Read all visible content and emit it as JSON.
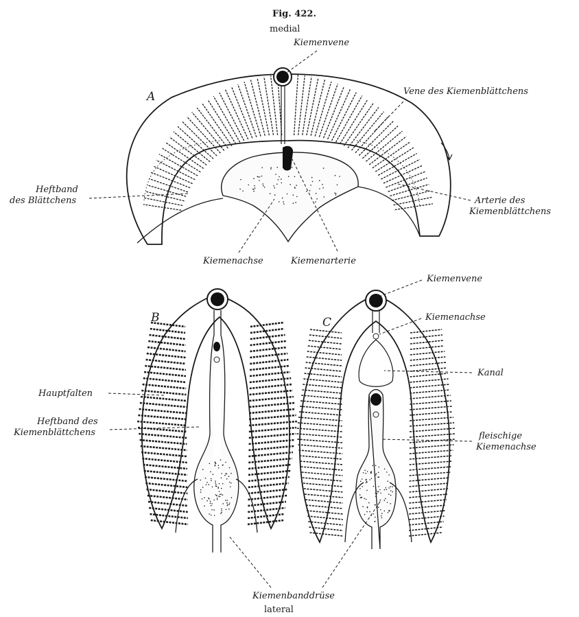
{
  "figure": {
    "number": "Fig. 422.",
    "orientation_top": "medial",
    "orientation_bottom": "lateral"
  },
  "panels": {
    "A": {
      "letter": "A",
      "labels": {
        "kiemenvene": "Kiemenvene",
        "vene": [
          "Vene des Kiemenblättchens"
        ],
        "heftband": [
          "Heftband",
          "des Blättchens"
        ],
        "arterie": [
          "Arterie des",
          "Kiemenblättchens"
        ],
        "kiemenachse": "Kiemenachse",
        "kiemenarterie": "Kiemenarterie"
      }
    },
    "B": {
      "letter": "B",
      "labels": {
        "hauptfalten": "Hauptfalten",
        "heftband": [
          "Heftband des",
          "Kiemenblättchens"
        ]
      }
    },
    "C": {
      "letter": "C",
      "labels": {
        "kiemenvene": "Kiemenvene",
        "kiemenachse": "Kiemenachse",
        "kanal": "Kanal",
        "fleischige": [
          "fleischige",
          "Kiemenachse"
        ]
      }
    },
    "shared": {
      "kiemenbanddruese": "Kiemenbanddrüse"
    }
  },
  "colors": {
    "ink": "#1a1a1a",
    "paper": "#ffffff"
  }
}
